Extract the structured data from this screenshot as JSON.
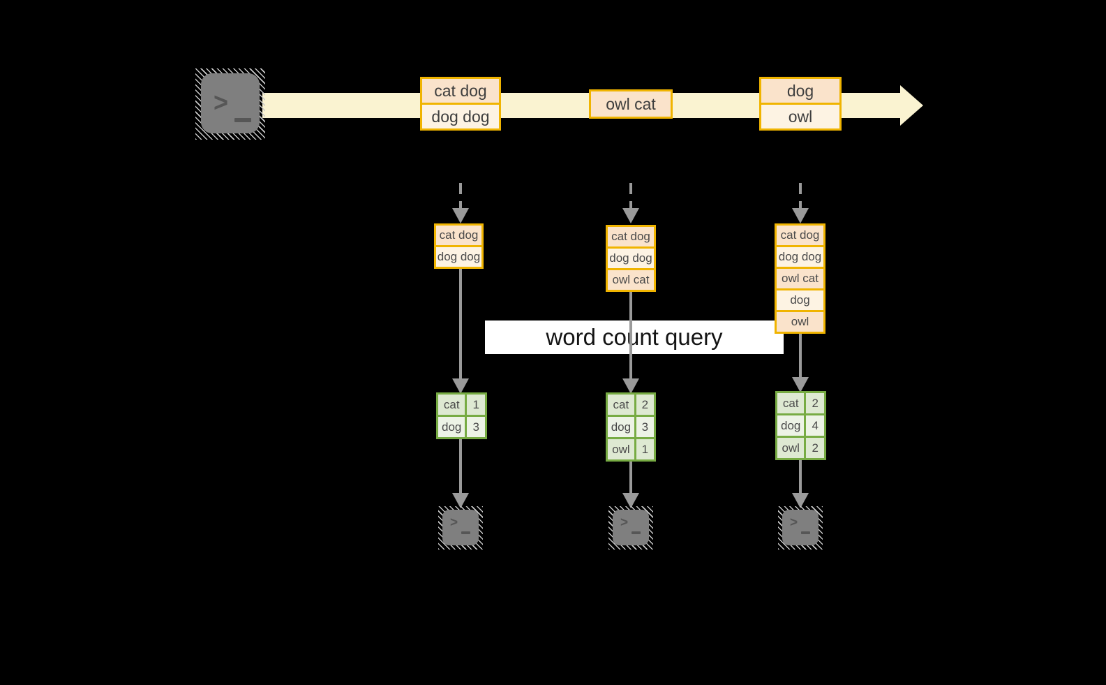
{
  "diagram": {
    "query_label": "word count query",
    "stream": {
      "source_icon": "terminal-icon",
      "events": [
        {
          "lines": [
            "cat dog",
            "dog dog"
          ]
        },
        {
          "lines": [
            "owl cat"
          ]
        },
        {
          "lines": [
            "dog",
            "owl"
          ]
        }
      ]
    },
    "workers": [
      {
        "input_batch": [
          "cat dog",
          "dog dog"
        ],
        "counts": [
          {
            "word": "cat",
            "count": "1"
          },
          {
            "word": "dog",
            "count": "3"
          }
        ],
        "sink_icon": "terminal-icon"
      },
      {
        "input_batch": [
          "cat dog",
          "dog dog",
          "owl cat"
        ],
        "counts": [
          {
            "word": "cat",
            "count": "2"
          },
          {
            "word": "dog",
            "count": "3"
          },
          {
            "word": "owl",
            "count": "1"
          }
        ],
        "sink_icon": "terminal-icon"
      },
      {
        "input_batch": [
          "cat dog",
          "dog dog",
          "owl cat",
          "dog",
          "owl"
        ],
        "counts": [
          {
            "word": "cat",
            "count": "2"
          },
          {
            "word": "dog",
            "count": "4"
          },
          {
            "word": "owl",
            "count": "2"
          }
        ],
        "sink_icon": "terminal-icon"
      }
    ],
    "colors": {
      "stream_band": "#FAF3D1",
      "event_border": "#F0B400",
      "event_fill_odd": "#FAE3CB",
      "event_fill_even": "#FDF3E3",
      "table_border": "#77AB43",
      "table_fill_odd": "#DEE9D2",
      "table_fill_even": "#EDF3E6",
      "arrow": "#9A9A9A",
      "terminal": "#7F7F7F",
      "label_bg": "#FFFFFF"
    }
  }
}
